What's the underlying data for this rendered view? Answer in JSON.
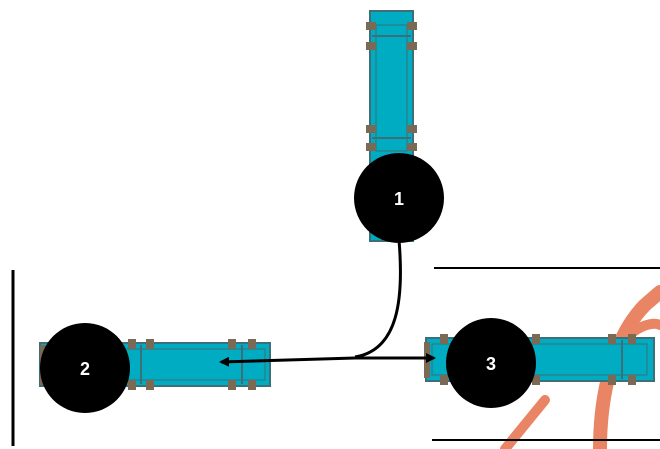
{
  "colors": {
    "truck_body": "#00acc1",
    "truck_outline": "#3e6f78",
    "wheel": "#7a6a55",
    "node_fill": "#000000",
    "node_text": "#ffffff",
    "arrow": "#000000",
    "watermark": "#e6704a"
  },
  "nodes": [
    {
      "id": "node-1",
      "label": "1"
    },
    {
      "id": "node-2",
      "label": "2"
    },
    {
      "id": "node-3",
      "label": "3"
    }
  ],
  "icons": {
    "truck": "truck-top-view-icon",
    "arrow": "arrow-icon",
    "watermark": "watermark-logo"
  }
}
